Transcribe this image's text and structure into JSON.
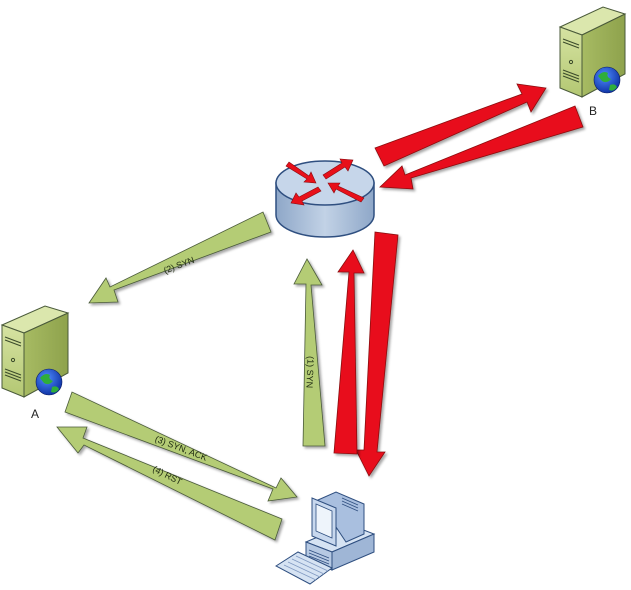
{
  "diagram": {
    "title": "TCP SYN scan via spoofed source (idle/reflection)",
    "colors": {
      "green_fill": "#b4cc74",
      "green_stroke": "#4a5a3a",
      "red_fill": "#e8101a",
      "red_stroke": "#8a0a10",
      "server_body": "#c9d98f",
      "server_side": "#a9bd66",
      "router_top": "#c6d6ea",
      "router_side": "#9fb6d2",
      "router_stroke": "#2f4f80",
      "pc_body": "#c5d7ee"
    },
    "nodes": {
      "server_a": {
        "label": "A",
        "type": "web-server"
      },
      "server_b": {
        "label": "B",
        "type": "web-server"
      },
      "router": {
        "label": "",
        "type": "router"
      },
      "attacker": {
        "label": "",
        "type": "workstation"
      }
    },
    "arrows": [
      {
        "id": "step1",
        "label": "(1) SYN",
        "color": "green",
        "from": "attacker",
        "to": "router"
      },
      {
        "id": "step2",
        "label": "(2) SYN",
        "color": "green",
        "from": "router",
        "to": "server_a"
      },
      {
        "id": "step3",
        "label": "(3) SYN, ACK",
        "color": "green",
        "from": "server_a",
        "to": "attacker"
      },
      {
        "id": "step4",
        "label": "(4) RST",
        "color": "green",
        "from": "attacker",
        "to": "server_a"
      },
      {
        "id": "red_up",
        "label": "",
        "color": "red",
        "from": "attacker",
        "to": "router"
      },
      {
        "id": "red_down",
        "label": "",
        "color": "red",
        "from": "router",
        "to": "attacker"
      },
      {
        "id": "red_to_b",
        "label": "",
        "color": "red",
        "from": "router",
        "to": "server_b"
      },
      {
        "id": "red_from_b",
        "label": "",
        "color": "red",
        "from": "server_b",
        "to": "router"
      }
    ]
  }
}
